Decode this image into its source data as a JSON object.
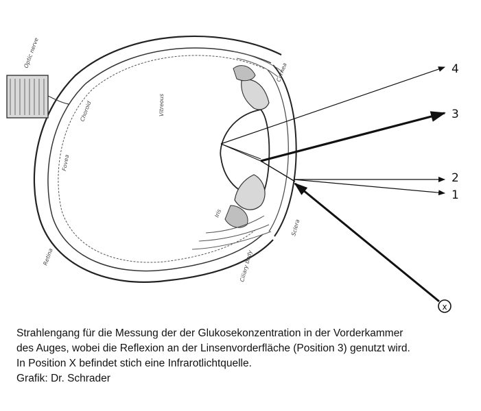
{
  "diagram": {
    "positions": [
      "4",
      "3",
      "2",
      "1"
    ],
    "source_marker": "x",
    "anatomy_labels": {
      "vitreous": "Vitreous",
      "retina": "Retina",
      "optic_nerve": "Optic nerve",
      "sclera": "Sclera",
      "cornea": "Cornea",
      "iris": "Iris",
      "ciliary_body": "Ciliary body",
      "choroid": "Choroid",
      "fovea": "Fovea"
    }
  },
  "caption": {
    "line1": "Strahlengang für die Messung der der Glukosekonzentration in der Vorderkammer",
    "line2": "des Auges, wobei die Reflexion an der Linsenvorderfläche (Position 3) genutzt wird.",
    "line3": "In Position X befindet stich eine Infrarotlichtquelle.",
    "line4": "Grafik: Dr. Schrader"
  }
}
